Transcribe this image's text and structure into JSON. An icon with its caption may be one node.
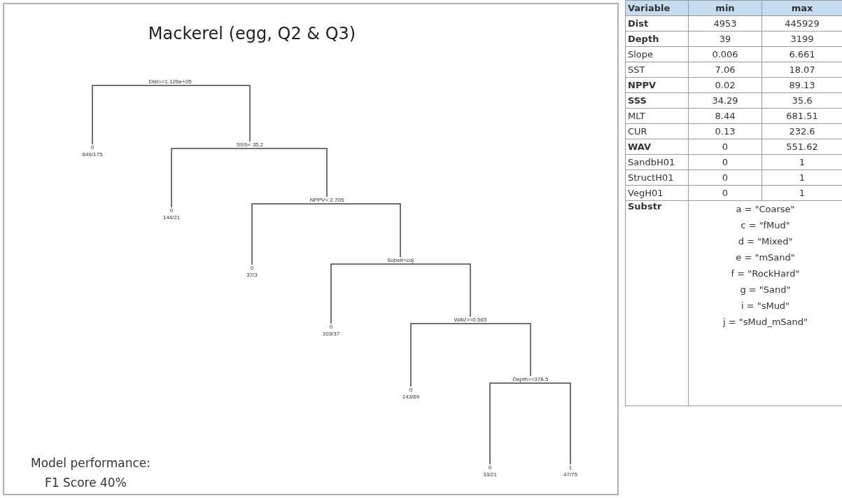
{
  "diagram": {
    "title": "Mackerel (egg, Q2 & Q3)",
    "nodes": [
      {
        "text": [
          "Dist>=1.126e+05"
        ]
      },
      {
        "text": [
          "0",
          "649/175"
        ]
      },
      {
        "text": [
          "SSS< 35.2"
        ]
      },
      {
        "text": [
          "0",
          "144/21"
        ]
      },
      {
        "text": [
          "NPPV< 2.705"
        ]
      },
      {
        "text": [
          "0",
          "37/3"
        ]
      },
      {
        "text": [
          "Substr=cdj"
        ]
      },
      {
        "text": [
          "0",
          "103/37"
        ]
      },
      {
        "text": [
          "WAV>=0.565"
        ]
      },
      {
        "text": [
          "0",
          "143/69"
        ]
      },
      {
        "text": [
          "Depth>=378.5"
        ]
      },
      {
        "text": [
          "0",
          "33/21"
        ]
      },
      {
        "text": [
          "1",
          "47/75"
        ]
      }
    ],
    "edges": [
      {
        "from": 0,
        "to": 1,
        "arrow": "none"
      },
      {
        "from": 0,
        "to": 2,
        "arrow": "none"
      },
      {
        "from": 2,
        "to": 3,
        "arrow": "none"
      },
      {
        "from": 2,
        "to": 4,
        "arrow": "none"
      },
      {
        "from": 4,
        "to": 5,
        "arrow": "none"
      },
      {
        "from": 4,
        "to": 6,
        "arrow": "none"
      },
      {
        "from": 6,
        "to": 7,
        "arrow": "none"
      },
      {
        "from": 6,
        "to": 8,
        "arrow": "none"
      },
      {
        "from": 8,
        "to": 9,
        "arrow": "none"
      },
      {
        "from": 8,
        "to": 10,
        "arrow": "none"
      },
      {
        "from": 10,
        "to": 11,
        "arrow": "none"
      },
      {
        "from": 10,
        "to": 12,
        "arrow": "none"
      }
    ],
    "labels": [
      "Model performance:",
      "F1 Score 40%",
      "Variable",
      "min",
      "max",
      "Dist",
      "4953",
      "445929",
      "Depth",
      "39",
      "3199",
      "Slope",
      "0.006",
      "6.661",
      "SST",
      "7.06",
      "18.07",
      "NPPV",
      "0.02",
      "89.13",
      "SSS",
      "34.29",
      "35.6",
      "MLT",
      "8.44",
      "681.51",
      "CUR",
      "0.13",
      "232.6",
      "WAV",
      "0",
      "551.62",
      "SandbH01",
      "0",
      "1",
      "StructH01",
      "0",
      "1",
      "VegH01",
      "0",
      "1",
      "Substr",
      "a = \"Coarse\"",
      "c = \"fMud\"",
      "d = \"Mixed\"",
      "e = \"mSand\"",
      "f  = \"RockHard\"",
      "g = \"Sand\"",
      "i = \"sMud\"",
      "j = \"sMud_mSand\""
    ]
  }
}
